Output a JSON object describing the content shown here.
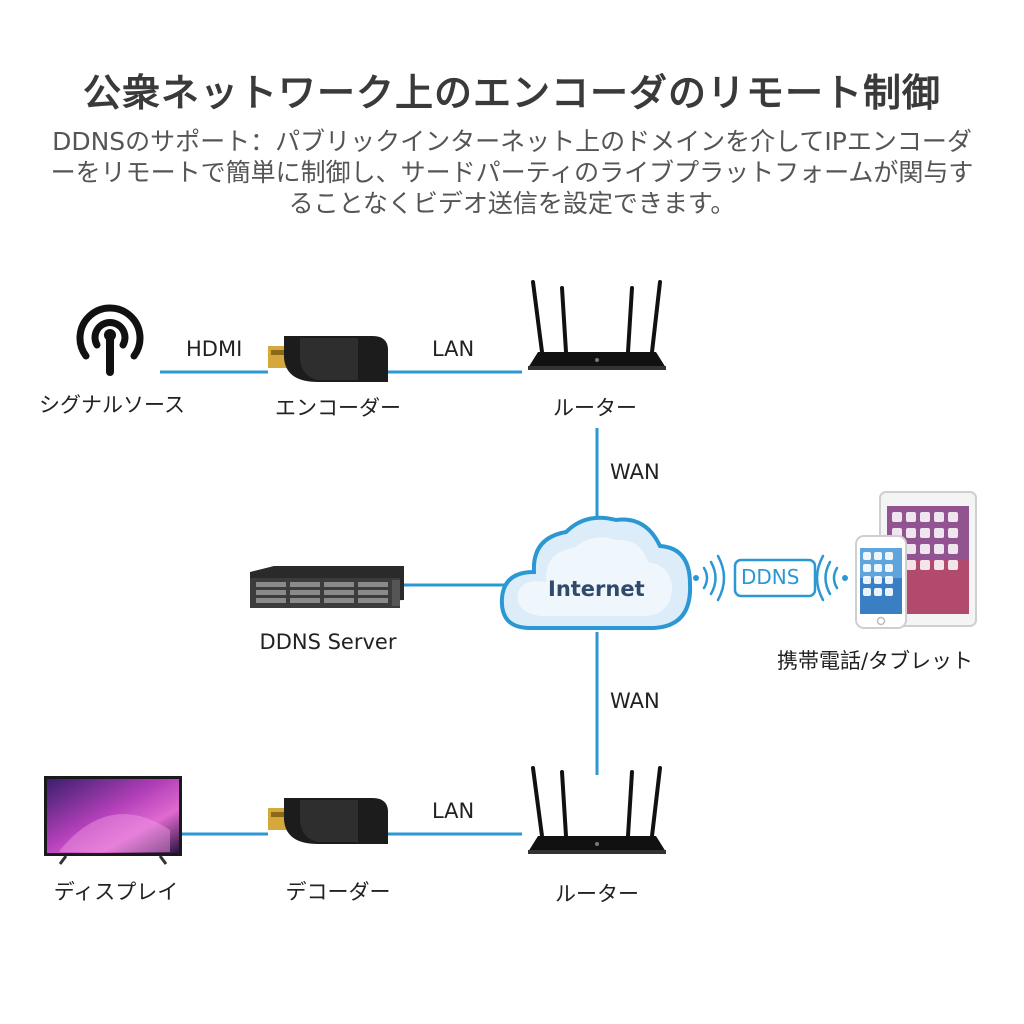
{
  "title": "公衆ネットワーク上のエンコーダのリモート制御",
  "description": "DDNSのサポート：パブリックインターネット上のドメインを介してIPエンコーダーをリモートで簡単に制御し、サードパーティのライブプラットフォームが関与することなくビデオ送信を設定できます。",
  "nodes": {
    "signal_source": "シグナルソース",
    "encoder": "エンコーダー",
    "router_top": "ルーター",
    "ddns_server": "DDNS Server",
    "internet": "Internet",
    "mobile": "携帯電話/タブレット",
    "display": "ディスプレイ",
    "decoder": "デコーダー",
    "router_bottom": "ルーター"
  },
  "connections": {
    "hdmi": "HDMI",
    "lan_top": "LAN",
    "wan_top": "WAN",
    "wan_bottom": "WAN",
    "lan_bottom": "LAN",
    "ddns": "DDNS"
  },
  "colors": {
    "line": "#2b97d3",
    "cloud_fill": "#dcecf9",
    "cloud_stroke": "#2b97d3",
    "text": "#3a3a3a"
  }
}
